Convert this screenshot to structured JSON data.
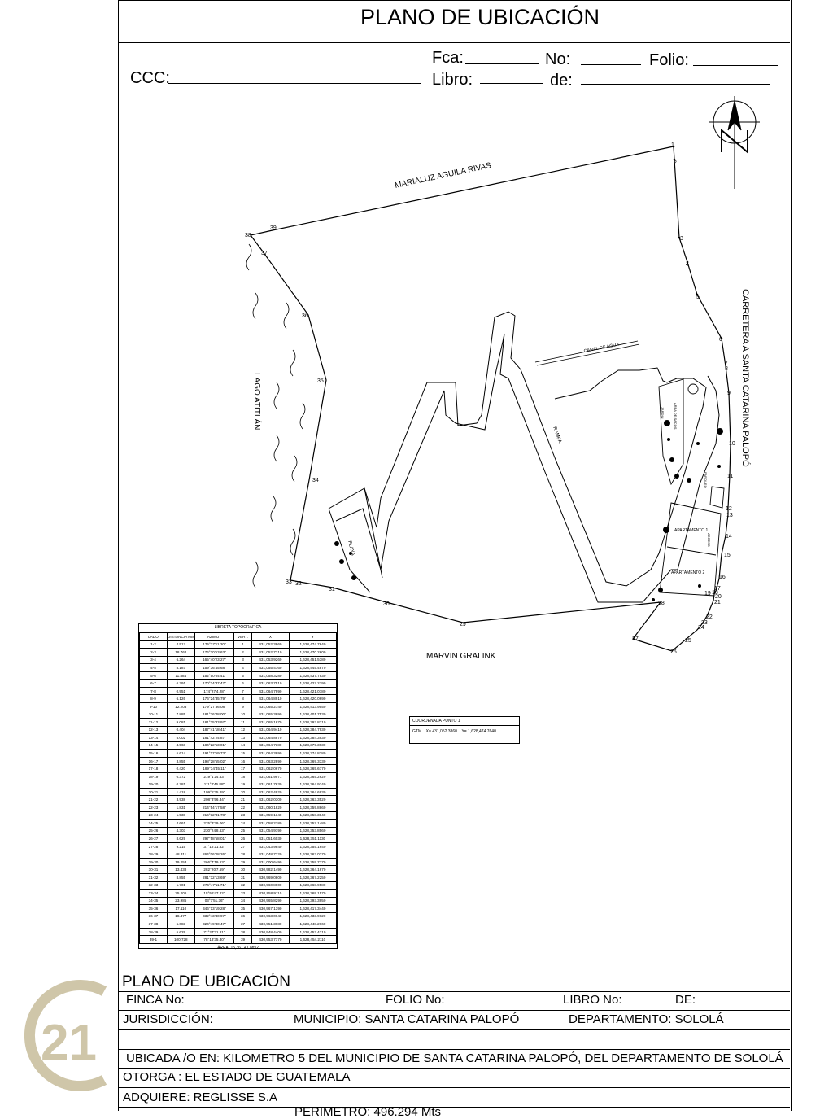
{
  "header": {
    "title": "PLANO DE UBICACIÓN",
    "fca_label": "Fca:",
    "no_label": "No:",
    "folio_label": "Folio:",
    "ccc_label": "CCC:",
    "libro_label": "Libro:",
    "de_label": "de:"
  },
  "map": {
    "north_label": "N",
    "neighbor_north": "MARIALUZ AGUILA RIVAS",
    "neighbor_west": "LAGO ATITLÁN",
    "neighbor_east": "CARRETERA A SANTA CATARINA PALOPÓ",
    "neighbor_south": "MARVIN GRALINK",
    "canal_label": "CANAL DE AGUA",
    "rampa_label": "RAMPA",
    "playa_label": "PLAYA",
    "apt1_label": "APARTAMENTO 1",
    "apt2_label": "APARTAMENTO 2",
    "jardin_label": "JARDIN",
    "area_label": "AREA DE SACOS",
    "acceso_label": "ACCESO",
    "parqueo_label": "PARQUEO"
  },
  "libreta": {
    "title": "LIBRETA TOPOGRÁFICA",
    "columns": [
      "LADO",
      "DISTANCIA Mts",
      "AZIMUT",
      "VERT.",
      "X",
      "Y"
    ],
    "rows": [
      [
        "1-2",
        "4.517",
        "175°37'11.20\"",
        "1",
        "431,052.3860",
        "1,628,474.7640"
      ],
      [
        "2-3",
        "18.762",
        "176°20'53.63\"",
        "2",
        "431,052.7310",
        "1,628,470.2600"
      ],
      [
        "3-4",
        "6.264",
        "165°40'23.27\"",
        "3",
        "431,053.9260",
        "1,628,451.5380"
      ],
      [
        "4-5",
        "8.187",
        "159°36'45.68\"",
        "4",
        "431,055.4760",
        "1,628,445.4870"
      ],
      [
        "5-6",
        "11.884",
        "152°50'04.41\"",
        "5",
        "431,058.3280",
        "1,628,437.7930"
      ],
      [
        "6-7",
        "6.291",
        "170°24'37.47\"",
        "6",
        "431,063.7510",
        "1,628,427.2190"
      ],
      [
        "7-8",
        "0.951",
        "174°27'4.28\"",
        "7",
        "431,064.7990",
        "1,628,421.0180"
      ],
      [
        "8-9",
        "6.126",
        "176°24'35.79\"",
        "8",
        "431,064.8910",
        "1,628,420.0690"
      ],
      [
        "9-10",
        "12.203",
        "179°27'36.08\"",
        "9",
        "431,065.2740",
        "1,628,413.9550"
      ],
      [
        "10-11",
        "7.885",
        "181°36'48.00\"",
        "10",
        "431,065.3890",
        "1,628,401.7530"
      ],
      [
        "11-12",
        "9.081",
        "181°25'33.97\"",
        "11",
        "431,065.1670",
        "1,628,393.8710"
      ],
      [
        "12-13",
        "0.404",
        "187°41'18.41\"",
        "12",
        "431,064.9410",
        "1,628,384.7930"
      ],
      [
        "13-14",
        "5.002",
        "181°42'24.87\"",
        "13",
        "431,064.8870",
        "1,628,384.3930"
      ],
      [
        "14-15",
        "4.568",
        "184°22'53.01\"",
        "14",
        "431,064.7380",
        "1,628,379.3930"
      ],
      [
        "15-16",
        "5.614",
        "191°17'59.73\"",
        "15",
        "431,064.3890",
        "1,628,374.8380"
      ],
      [
        "16-17",
        "3.855",
        "198°28'55.02\"",
        "16",
        "431,063.2890",
        "1,628,369.3330"
      ],
      [
        "17-18",
        "0.420",
        "189°34'45.11\"",
        "17",
        "431,062.0670",
        "1,628,365.6770"
      ],
      [
        "18-19",
        "0.372",
        "219°1'24.63\"",
        "18",
        "431,061.9971",
        "1,628,365.2629"
      ],
      [
        "19-20",
        "0.781",
        "111°4'46.88\"",
        "19",
        "431,061.7630",
        "1,628,364.9740"
      ],
      [
        "20-21",
        "1.418",
        "199°5'35.29\"",
        "20",
        "431,062.4920",
        "1,628,364.6930"
      ],
      [
        "21-22",
        "3.938",
        "208°3'56.34\"",
        "21",
        "431,062.0300",
        "1,628,363.3520"
      ],
      [
        "22-23",
        "1.831",
        "214°54'17.58\"",
        "22",
        "431,060.1820",
        "1,628,359.8860"
      ],
      [
        "23-24",
        "1.538",
        "216°32'31.78\"",
        "23",
        "431,059.1340",
        "1,628,358.3840"
      ],
      [
        "24-25",
        "4.661",
        "225°3'39.06\"",
        "24",
        "431,058.2180",
        "1,628,357.1480"
      ],
      [
        "25-26",
        "4.303",
        "230°24'8.63\"",
        "25",
        "431,054.9190",
        "1,628,353.8560"
      ],
      [
        "26-27",
        "8.629",
        "297°58'58.01\"",
        "26",
        "431,051.6030",
        "1,628,351.1130"
      ],
      [
        "27-28",
        "9.215",
        "37°18'21.82\"",
        "27",
        "431,043.9840",
        "1,628,355.1640"
      ],
      [
        "28-29",
        "48.311",
        "264°06'28.26\"",
        "28",
        "431,048.7720",
        "1,628,363.0370"
      ],
      [
        "29-30",
        "19.253",
        "266°4'19.63\"",
        "29",
        "431,000.6490",
        "1,628,359.7770"
      ],
      [
        "30-31",
        "13.438",
        "282°20'7.59\"",
        "30",
        "430,982.1490",
        "1,628,364.1670"
      ],
      [
        "31-32",
        "8.855",
        "281°32'13.69\"",
        "31",
        "430,969.0800",
        "1,628,367.2250"
      ],
      [
        "32-33",
        "1.701",
        "276°47'11.71\"",
        "32",
        "430,960.8000",
        "1,628,368.9580"
      ],
      [
        "33-34",
        "25.206",
        "15°56'47.22\"",
        "33",
        "430,958.9110",
        "1,628,369.1570"
      ],
      [
        "34-35",
        "23.985",
        "03°7'51.36\"",
        "34",
        "430,965.8290",
        "1,628,393.3950"
      ],
      [
        "35-36",
        "17.110",
        "346°13'19.28\"",
        "35",
        "430,967.1390",
        "1,628,417.3440"
      ],
      [
        "36-37",
        "18.477",
        "332°43'40.97\"",
        "36",
        "430,963.0640",
        "1,628,433.9620"
      ],
      [
        "37-38",
        "5.083",
        "324°49'40.47\"",
        "37",
        "430,951.3680",
        "1,628,448.2660"
      ],
      [
        "38-39",
        "5.629",
        "71°27'31.81\"",
        "38",
        "430,948.4400",
        "1,628,452.4210"
      ],
      [
        "39-1",
        "100.728",
        "78°13'35.30\"",
        "39",
        "430,953.7770",
        "1,628,454.2110"
      ]
    ],
    "area": "ÁREA: 15,361.41 Mts2"
  },
  "coordinate": {
    "title": "COORDENADA PUNTO 1",
    "system": "GTM",
    "x": "X= 431,052.3860",
    "y": "Y= 1,628,474.7640"
  },
  "footer": {
    "title": "PLANO DE UBICACIÓN",
    "finca": "FINCA No:",
    "folio": "FOLIO No:",
    "libro": "LIBRO No:",
    "de": "DE:",
    "jurisdiccion": "JURISDICCIÓN:",
    "municipio": "MUNICIPIO: SANTA CATARINA PALOPÓ",
    "departamento": "DEPARTAMENTO: SOLOLÁ",
    "ubicada": "UBICADA /O EN: KILOMETRO 5 DEL MUNICIPIO DE SANTA CATARINA PALOPÓ, DEL DEPARTAMENTO DE SOLOLÁ",
    "otorga": "OTORGA :  EL ESTADO DE GUATEMALA",
    "adquiere": "ADQUIERE:  REGLISSE S.A",
    "perimetro": "PERIMETRO: 496.294 Mts"
  },
  "logo": {
    "text": "21",
    "color": "#cfc6a9"
  }
}
